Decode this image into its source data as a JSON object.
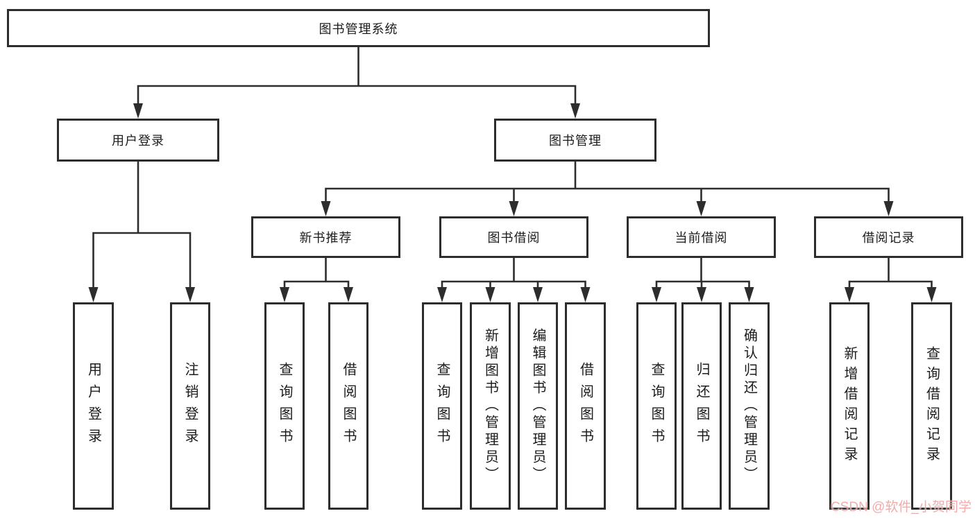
{
  "diagram": {
    "title": "图书管理系统",
    "level2": {
      "user_login": "用户登录",
      "book_management": "图书管理"
    },
    "level3": {
      "new_book_recommend": "新书推荐",
      "book_borrow": "图书借阅",
      "current_borrow": "当前借阅",
      "borrow_record": "借阅记录"
    },
    "leaves_user_login": [
      "用户登录",
      "注销登录"
    ],
    "leaves_new_book": [
      "查询图书",
      "借阅图书"
    ],
    "leaves_book_borrow": [
      "查询图书",
      "新增图书（管理员）",
      "编辑图书（管理员）",
      "借阅图书"
    ],
    "leaves_current_borrow": [
      "查询图书",
      "归还图书",
      "确认归还（管理员）"
    ],
    "leaves_borrow_record": [
      "新增借阅记录",
      "查询借阅记录"
    ]
  },
  "watermark": {
    "text": "CSDN @软件_小贺同学"
  },
  "colors": {
    "line": "#2d2d2d",
    "box_border": "#2d2d2d",
    "text": "#1c1c1c",
    "background": "#ffffff",
    "watermark": "#efa3a3"
  }
}
